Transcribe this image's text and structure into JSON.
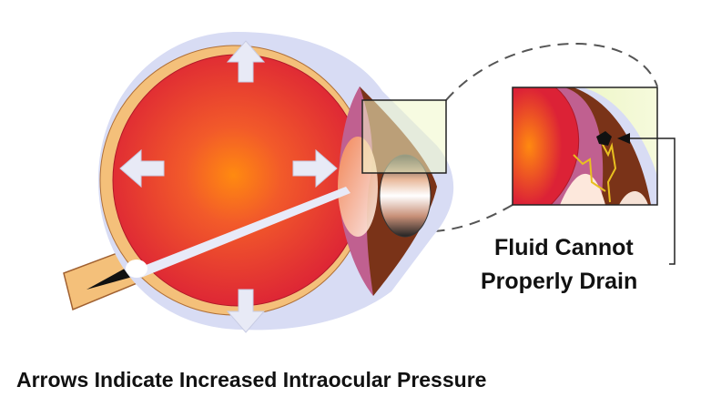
{
  "labels": {
    "callout_line1": "Fluid Cannot",
    "callout_line2": "Properly Drain",
    "caption": "Arrows Indicate Increased Intraocular Pressure"
  },
  "colors": {
    "globe": "#e02a3a",
    "center_glow": "#ff8a10",
    "sclera_outline": "#d8dcf4",
    "choroid": "#f4c07a",
    "drainage_tissue": "#7a3318",
    "inset_bg": "#f0f7c8",
    "arrow": "#e4e6f4"
  },
  "icons": [
    "arrow-up-icon",
    "arrow-down-icon",
    "arrow-left-icon",
    "arrow-right-icon",
    "callout-arrow-icon"
  ]
}
